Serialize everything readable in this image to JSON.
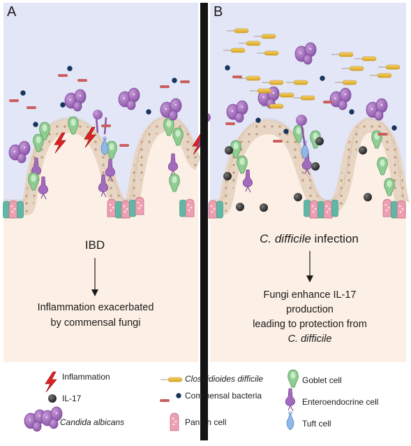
{
  "panels": {
    "a": {
      "letter": "A",
      "title": "IBD",
      "outcome_line1": "Inflammation exacerbated",
      "outcome_line2": "by commensal fungi"
    },
    "b": {
      "letter": "B",
      "title_italic": "C. difficile",
      "title_rest": " infection",
      "outcome_line1": "Fungi enhance IL-17",
      "outcome_line2": "production",
      "outcome_line3": "leading to protection from",
      "outcome_line4": "C. difficile"
    }
  },
  "legend": {
    "inflammation": "Inflammation",
    "il17": "IL-17",
    "candida": "Candida albicans",
    "clostridioides": "Clostridioides difficile",
    "commensal_bacteria": "Commensal bacteria",
    "paneth": "Paneth cell",
    "goblet": "Goblet cell",
    "enteroendocrine": "Enteroendocrine cell",
    "tuft": "Tuft cell"
  },
  "colors": {
    "lumen": "#e2e6f7",
    "tissue": "#fcefe5",
    "epithelium": "#e8d6c4",
    "candida": "#9a63b3",
    "cdiff": "#e6b52e",
    "inflammation": "#d92323",
    "il17": "#333333",
    "bacteria_red": "#c95f5f",
    "bacteria_navy": "#18345d",
    "goblet": "#72b879",
    "paneth": "#e58ea3",
    "teal": "#5fb8a5",
    "enteroendocrine": "#8b53a5",
    "tuft": "#6f9fd8"
  }
}
